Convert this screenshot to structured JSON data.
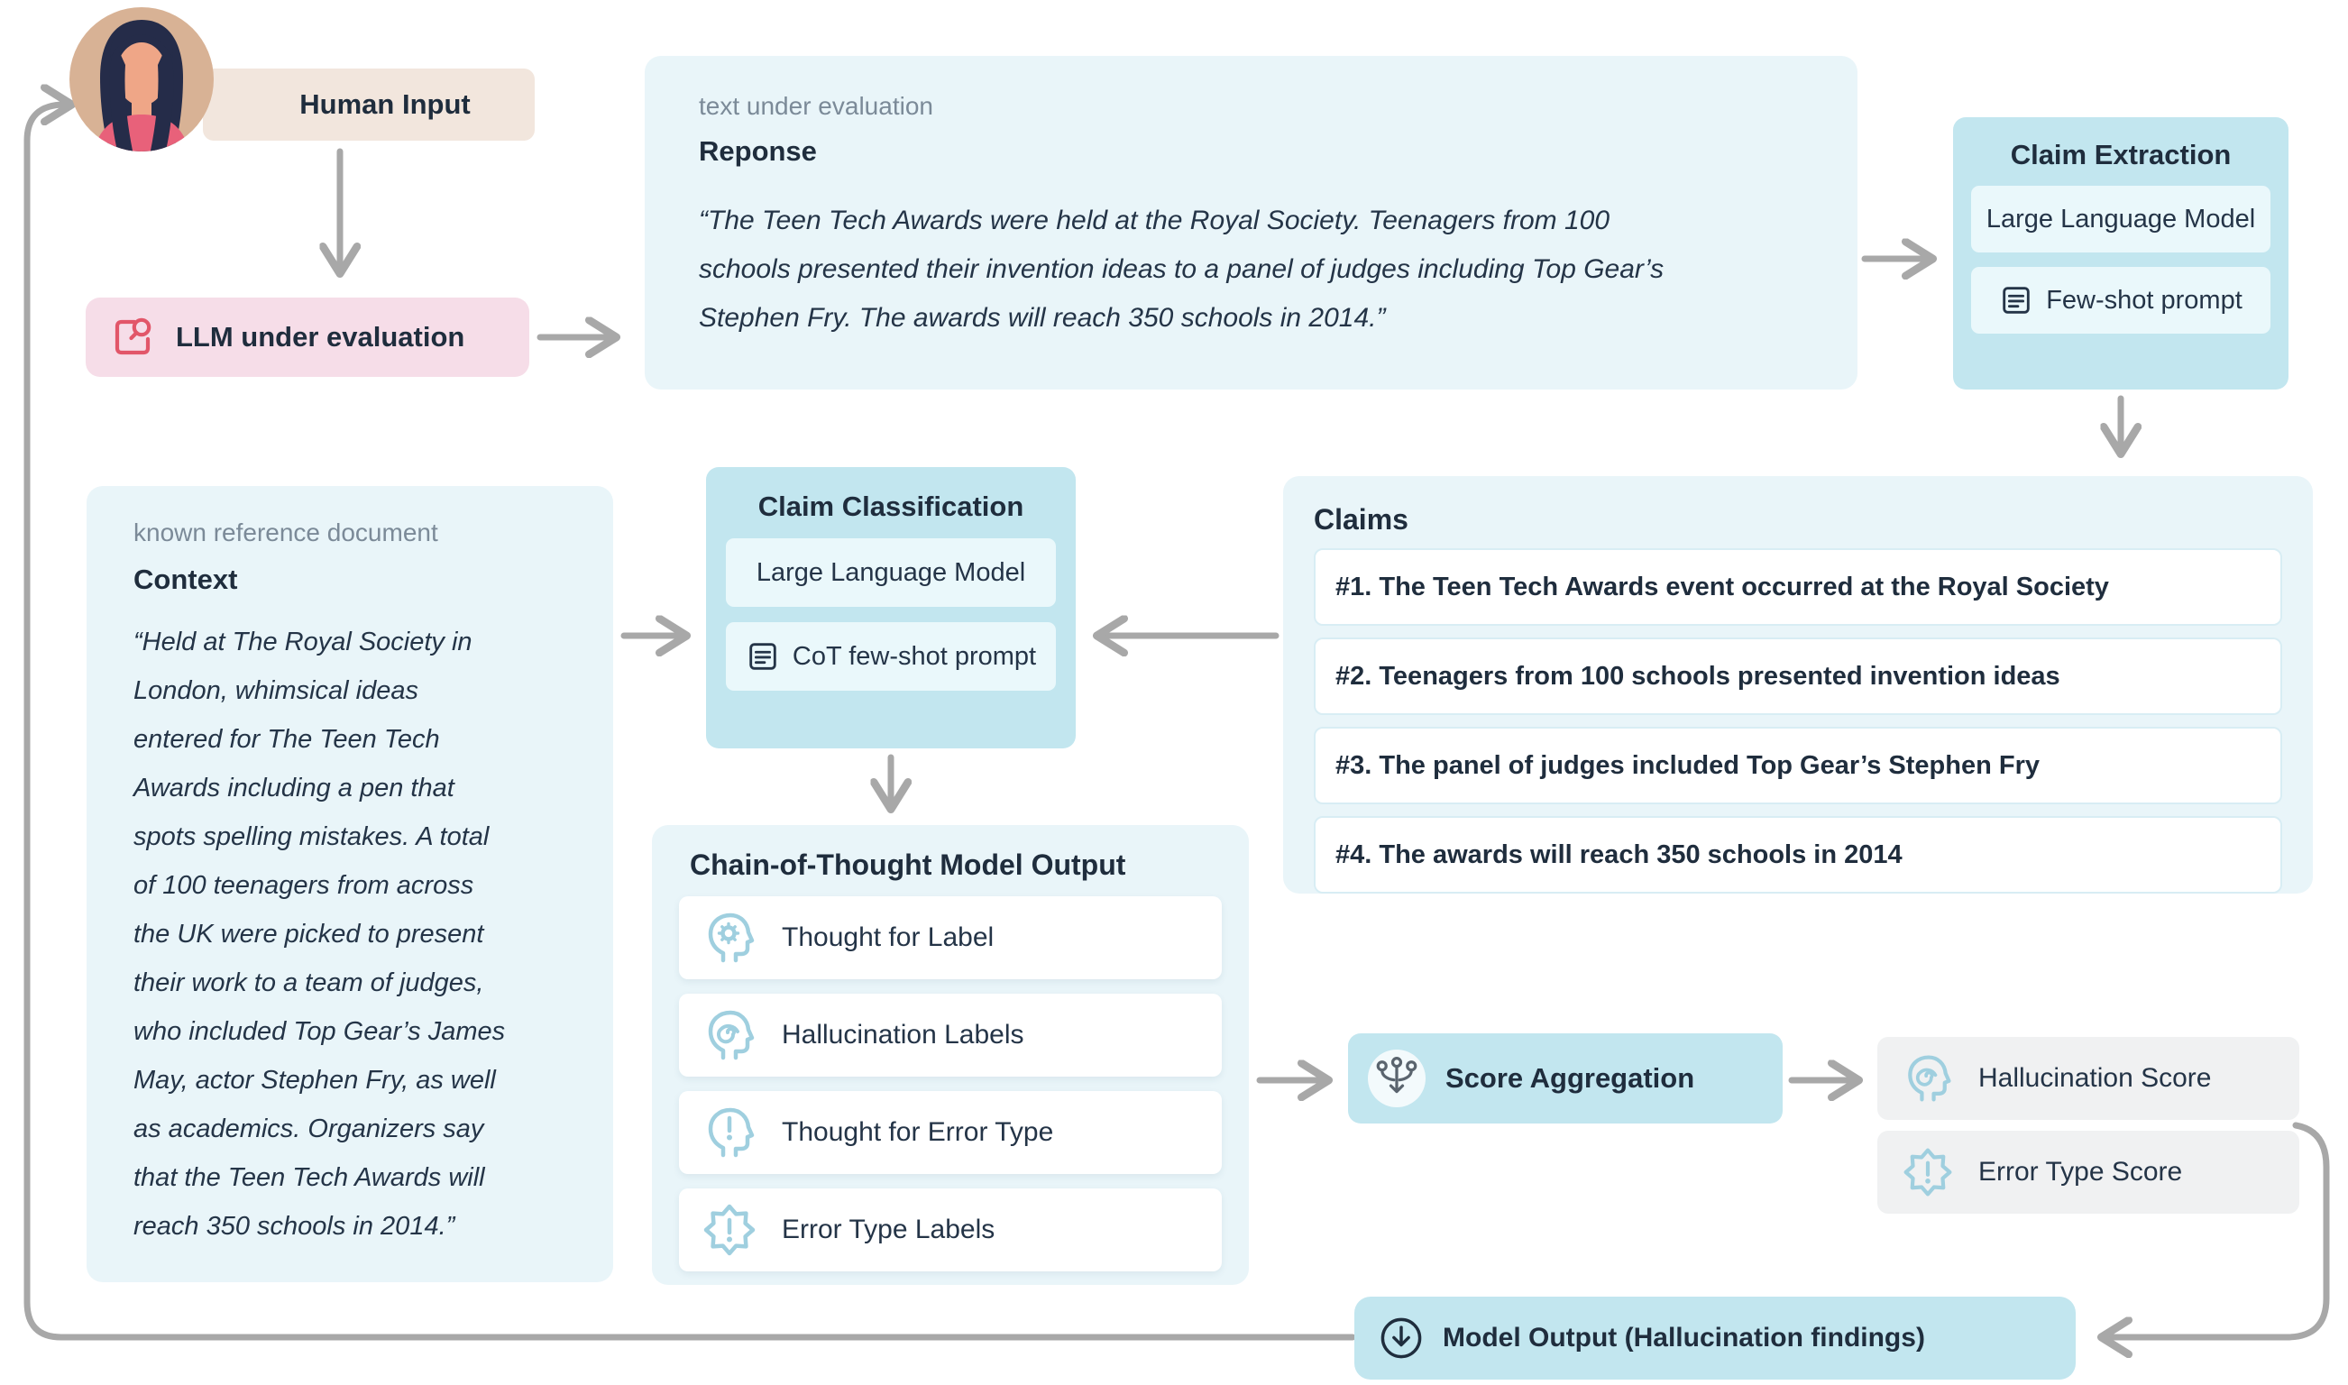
{
  "diagram": {
    "human_input": {
      "label": "Human Input"
    },
    "llm_under_evaluation": {
      "label": "LLM under evaluation"
    },
    "response_panel": {
      "tag": "text under evaluation",
      "title": "Reponse",
      "lines": [
        "“The Teen Tech Awards were held at the Royal Society. Teenagers from 100",
        "schools presented their invention ideas to a panel of judges including Top Gear’s",
        "Stephen Fry. The awards will reach 350 schools in 2014.”"
      ]
    },
    "claim_extraction": {
      "title": "Claim Extraction",
      "model": "Large Language Model",
      "prompt": "Few-shot prompt"
    },
    "claims_panel": {
      "title": "Claims",
      "items": [
        "#1. The Teen Tech Awards event occurred at the Royal Society",
        "#2. Teenagers from 100 schools presented invention ideas",
        "#3. The panel of judges included Top Gear’s Stephen Fry",
        "#4. The awards will reach 350 schools in 2014"
      ]
    },
    "claim_classification": {
      "title": "Claim Classification",
      "model": "Large Language Model",
      "prompt": "CoT few-shot prompt"
    },
    "context_panel": {
      "tag": "known reference document",
      "title": "Context",
      "lines": [
        "“Held at The Royal Society in",
        "London, whimsical ideas",
        "entered for The Teen Tech",
        "Awards including a pen that",
        "spots spelling mistakes. A total",
        "of 100 teenagers from across",
        "the UK were picked to present",
        "their work to a team of judges,",
        "who included Top Gear’s James",
        "May, actor Stephen Fry, as well",
        "as academics. Organizers say",
        "that the Teen Tech Awards will",
        "reach 350 schools in 2014.”"
      ]
    },
    "cot_output": {
      "title": "Chain-of-Thought Model Output",
      "rows": [
        {
          "icon": "head-gear-icon",
          "label": "Thought for Label"
        },
        {
          "icon": "head-spiral-icon",
          "label": "Hallucination Labels"
        },
        {
          "icon": "head-exclamation-icon",
          "label": "Thought for Error Type"
        },
        {
          "icon": "badge-exclamation-icon",
          "label": "Error Type Labels"
        }
      ]
    },
    "score_aggregation": {
      "label": "Score Aggregation",
      "icon": "merge-arrow-icon"
    },
    "scores": [
      {
        "icon": "head-spiral-icon",
        "label": "Hallucination Score"
      },
      {
        "icon": "badge-exclamation-icon",
        "label": "Error Type Score"
      }
    ],
    "model_output": {
      "label": "Model Output (Hallucination findings)",
      "icon": "download-circle-icon"
    },
    "palette": {
      "light_panel": "#e9f5f9",
      "cyan_box": "#c2e6ef",
      "inner_box": "#eaf8fb",
      "pink_box": "#f6dde8",
      "beige_box": "#f2e6dd",
      "gray_box": "#f0f1f2",
      "arrow_gray": "#a8a8a8",
      "text_navy": "#1f2d3d",
      "muted_text": "#7b8a98",
      "icon_blue": "#9fcfdf",
      "icon_red": "#e25669"
    }
  }
}
